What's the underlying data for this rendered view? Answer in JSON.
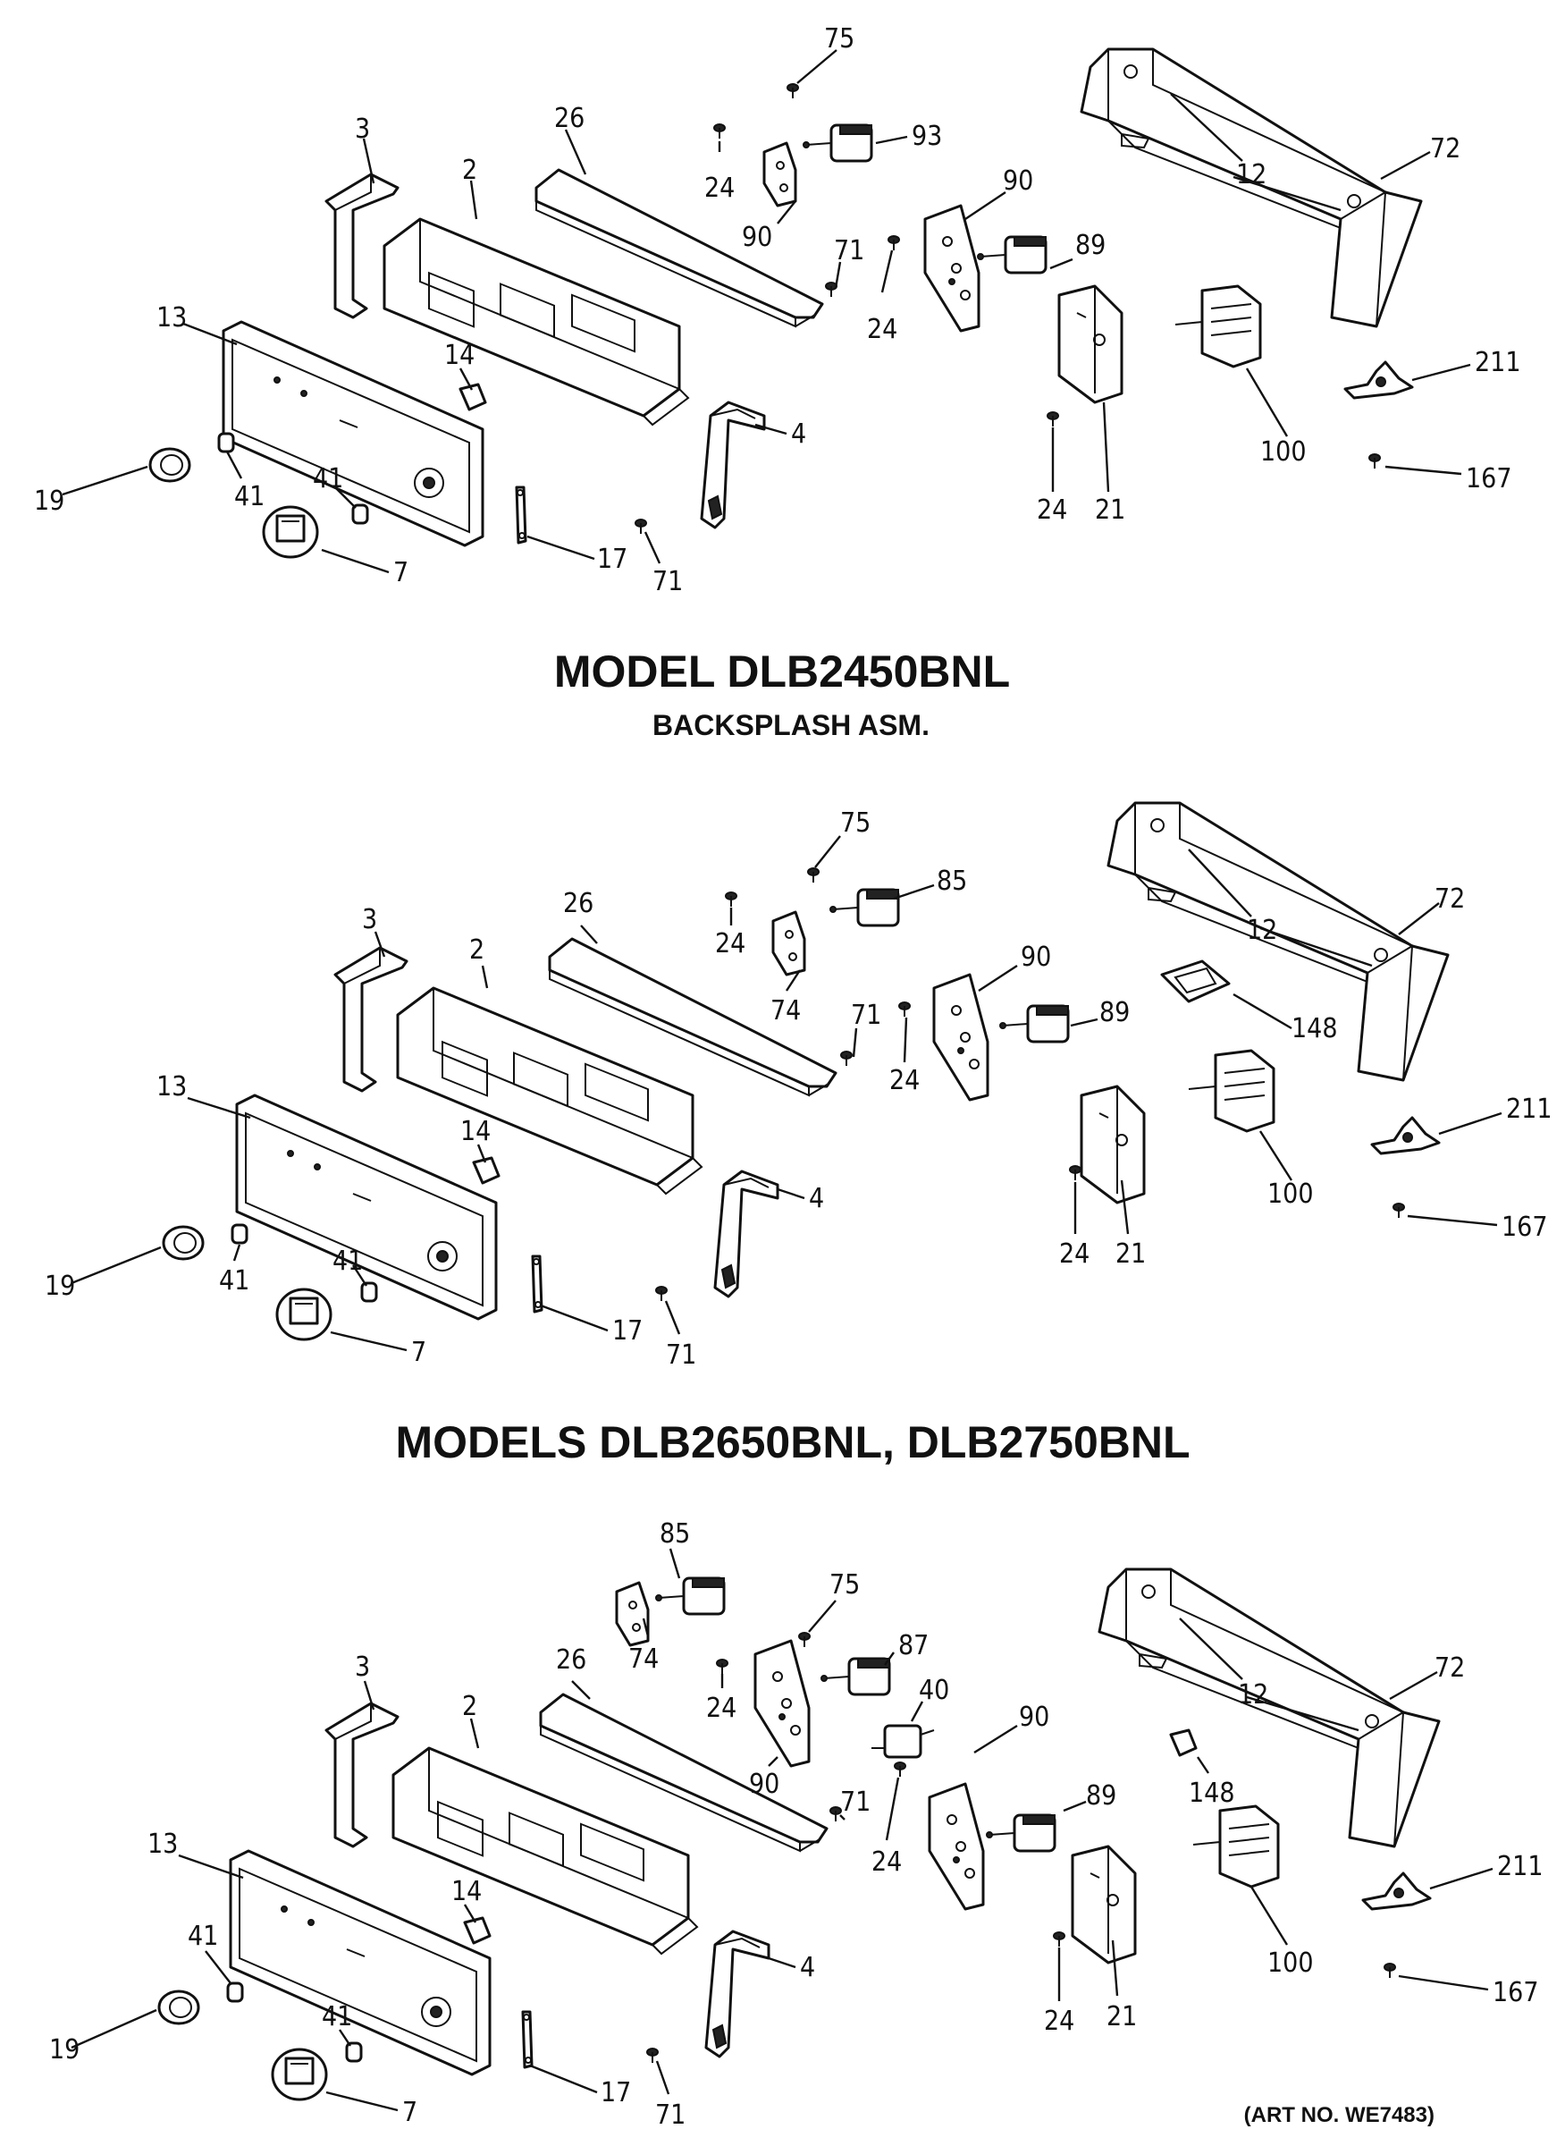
{
  "headings": {
    "model_1": "MODEL DLB2450BNL",
    "subtitle": "BACKSPLASH ASM.",
    "model_2": "MODELS DLB2650BNL, DLB2750BNL"
  },
  "art_number": "(ART NO. WE7483)",
  "sections": [
    {
      "callouts": [
        "75",
        "24",
        "93",
        "26",
        "3",
        "2",
        "90",
        "90",
        "71",
        "24",
        "89",
        "12",
        "72",
        "13",
        "14",
        "4",
        "211",
        "21",
        "100",
        "24",
        "19",
        "41",
        "41",
        "7",
        "17",
        "71",
        "167"
      ]
    },
    {
      "callouts": [
        "75",
        "24",
        "85",
        "26",
        "3",
        "2",
        "74",
        "90",
        "71",
        "24",
        "89",
        "12",
        "72",
        "148",
        "13",
        "14",
        "4",
        "211",
        "21",
        "100",
        "24",
        "19",
        "41",
        "41",
        "7",
        "17",
        "71",
        "167"
      ]
    },
    {
      "callouts": [
        "85",
        "75",
        "74",
        "87",
        "26",
        "3",
        "2",
        "24",
        "90",
        "40",
        "90",
        "89",
        "12",
        "72",
        "148",
        "71",
        "24",
        "13",
        "14",
        "4",
        "211",
        "21",
        "100",
        "24",
        "41",
        "19",
        "41",
        "7",
        "17",
        "71",
        "167"
      ]
    }
  ]
}
